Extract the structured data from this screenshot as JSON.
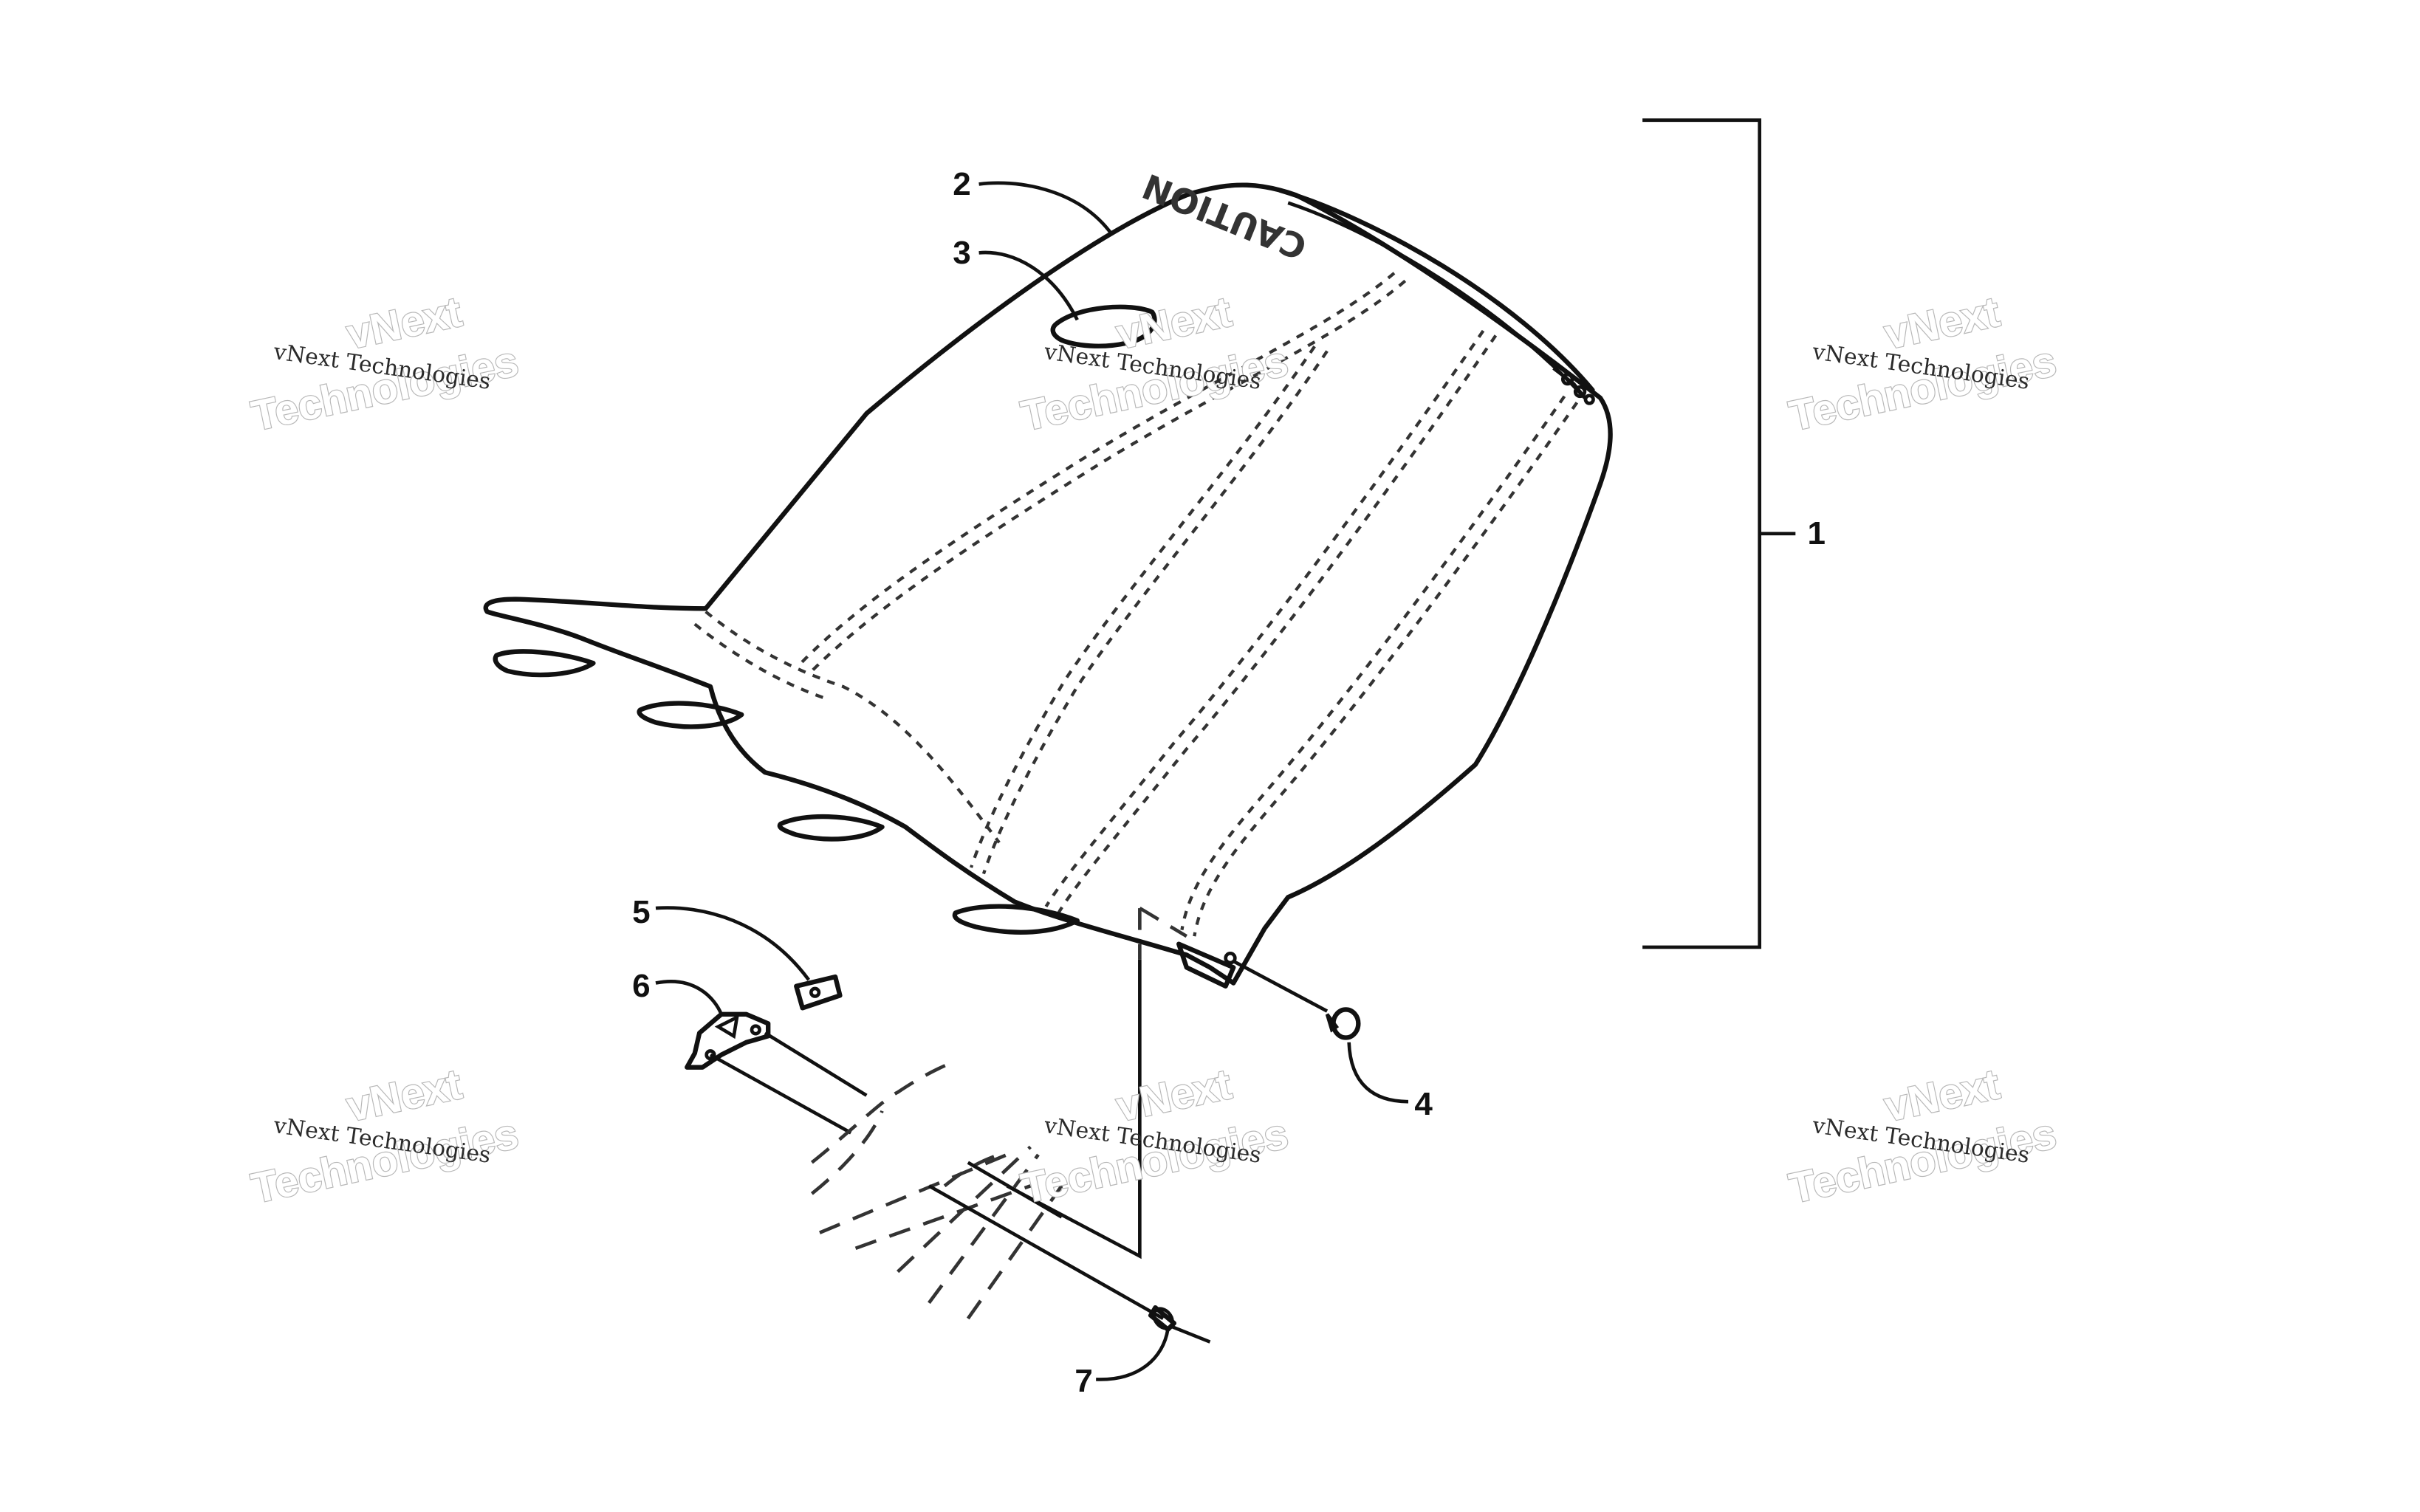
{
  "diagram": {
    "callouts": [
      {
        "id": "1",
        "label": "1"
      },
      {
        "id": "2",
        "label": "2"
      },
      {
        "id": "3",
        "label": "3"
      },
      {
        "id": "4",
        "label": "4"
      },
      {
        "id": "5",
        "label": "5"
      },
      {
        "id": "6",
        "label": "6"
      },
      {
        "id": "7",
        "label": "7"
      }
    ],
    "seat_label": {
      "heading": "CAUTION"
    }
  },
  "watermark": {
    "line1": "vNext Technologies",
    "line2": "vNext",
    "line3": "Technologies"
  },
  "colors": {
    "line": "#111111",
    "watermark_outline": "#b8b8b8",
    "background": "#ffffff"
  }
}
